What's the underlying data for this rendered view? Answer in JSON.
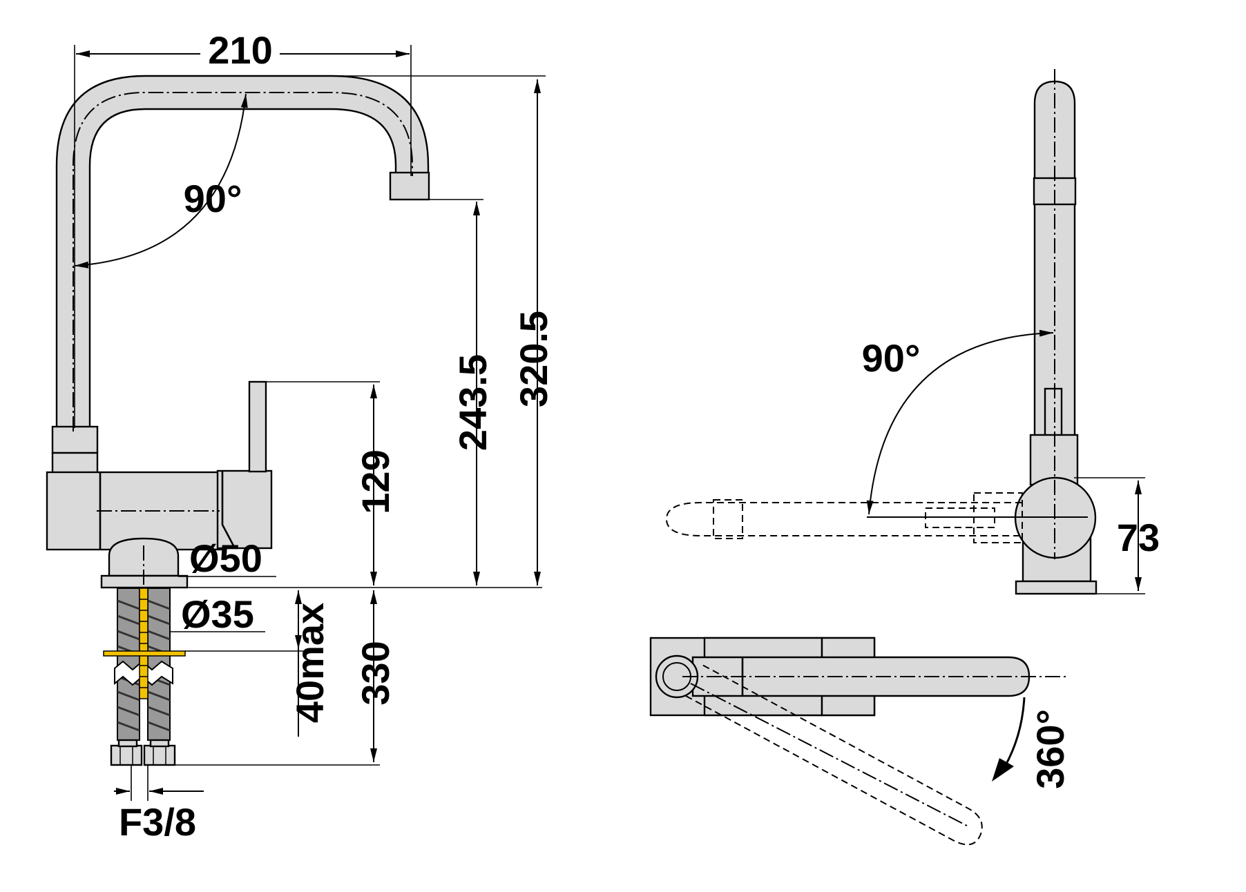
{
  "colors": {
    "background": "#ffffff",
    "body_fill": "#dadada",
    "line": "#000000",
    "hose_yellow": "#f2c200"
  },
  "dimensions": {
    "width_210": "210",
    "height_320_5": "320.5",
    "spout_height_243_5": "243.5",
    "lever_height_129": "129",
    "base_diameter_50": "Ø50",
    "hole_diameter_35": "Ø35",
    "deck_thickness_40max": "40max",
    "hose_length_330": "330",
    "connection_f3_8": "F3/8",
    "lever_angle_front_90": "90°",
    "lever_angle_side_90": "90°",
    "side_width_73": "73",
    "swivel_360": "360°"
  },
  "icons": {
    "swivel_arrow": "curved-arrow-icon"
  }
}
